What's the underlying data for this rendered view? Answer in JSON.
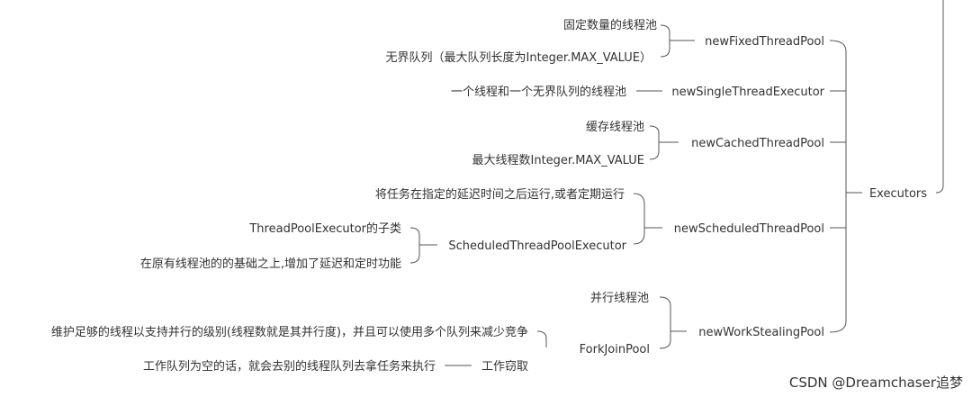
{
  "root": "Executors",
  "fixed": {
    "name": "newFixedThreadPool",
    "desc1": "固定数量的线程池",
    "desc2": "无界队列（最大队列长度为Integer.MAX_VALUE）"
  },
  "single": {
    "name": "newSingleThreadExecutor",
    "desc": "一个线程和一个无界队列的线程池"
  },
  "cached": {
    "name": "newCachedThreadPool",
    "desc1": "缓存线程池",
    "desc2": "最大线程数Integer.MAX_VALUE"
  },
  "scheduled": {
    "name": "newScheduledThreadPool",
    "desc": "将任务在指定的延迟时间之后运行,或者定期运行",
    "executor": "ScheduledThreadPoolExecutor",
    "exec_desc1": "ThreadPoolExecutor的子类",
    "exec_desc2": "在原有线程池的的基础之上,增加了延迟和定时功能"
  },
  "stealing": {
    "name": "newWorkStealingPool",
    "desc": "并行线程池",
    "forkjoin": "ForkJoinPool",
    "fj_desc": "维护足够的线程以支持并行的级别(线程数就是其并行度)，并且可以使用多个队列来减少竞争",
    "steal": "工作窃取",
    "steal_desc": "工作队列为空的话，就会去别的线程队列去拿任务来执行"
  },
  "watermark": "CSDN @Dreamchaser追梦"
}
